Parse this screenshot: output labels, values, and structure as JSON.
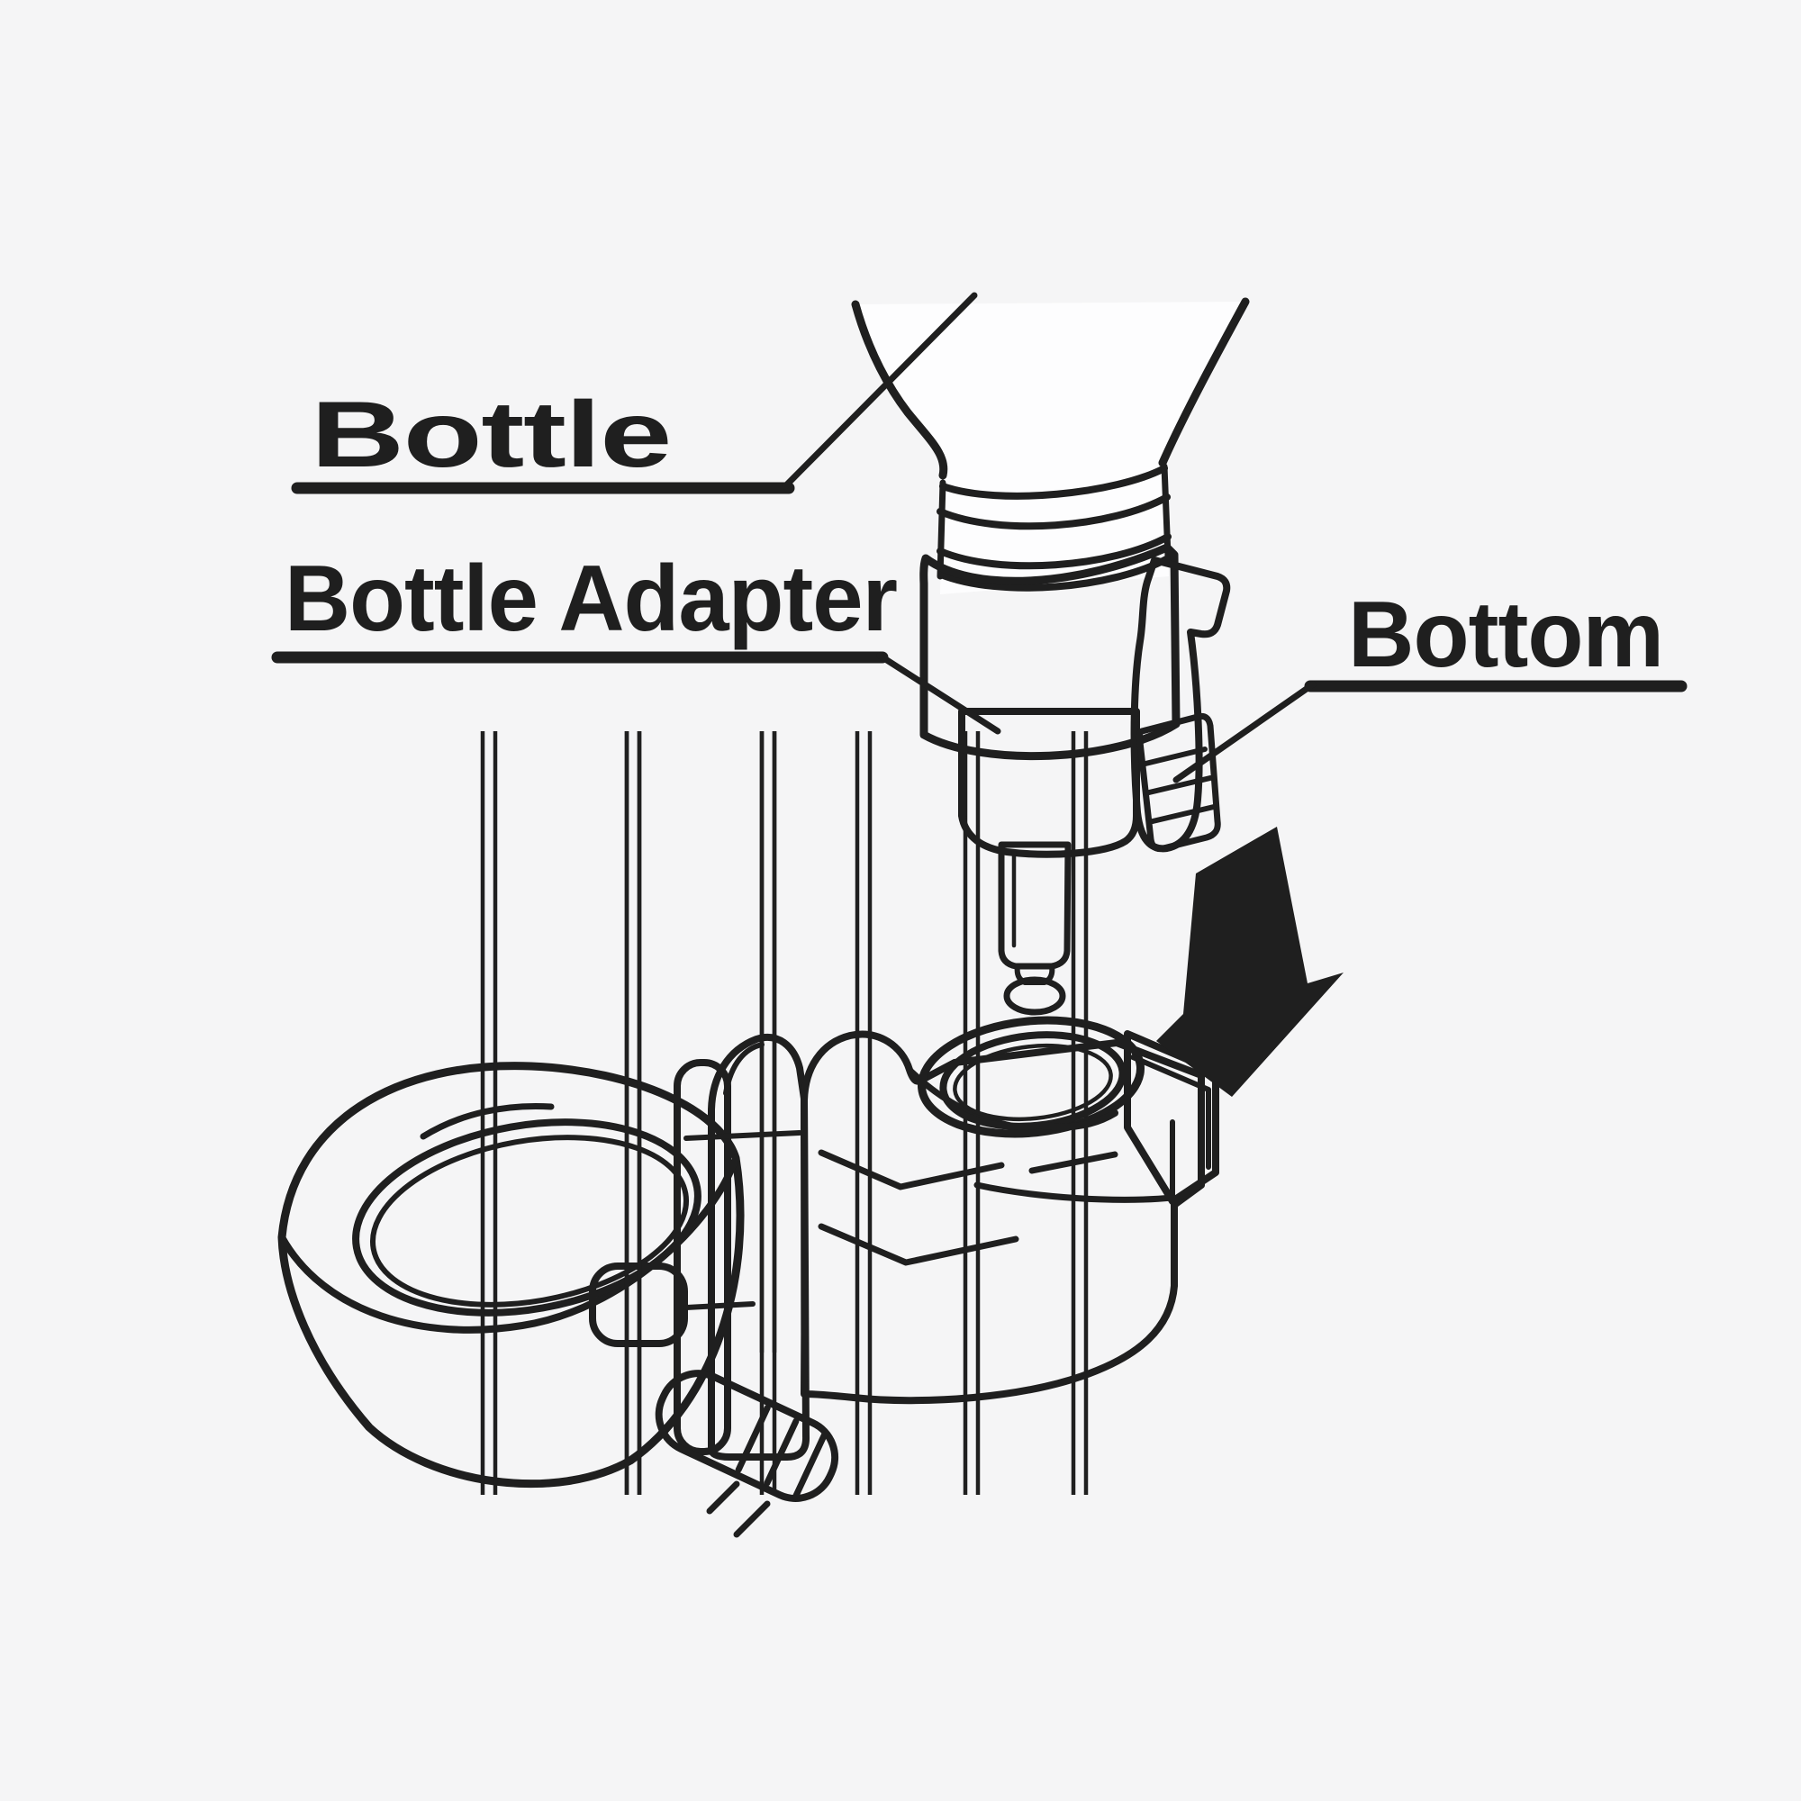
{
  "diagram": {
    "title": "Cage water-bottle installation diagram",
    "labels": {
      "bottle": "Bottle",
      "bottle_adapter": "Bottle Adapter",
      "bottom": "Bottom"
    },
    "icons": {
      "down_arrow": "down-arrow-icon"
    },
    "colors": {
      "background": "#f5f5f6",
      "line": "#1f1f1f",
      "adapter_gray": "#8f9194",
      "collar_gray": "#939598",
      "bracket_gray": "#a6a7a9",
      "lip_gray": "#b0b2b4",
      "socket_inner_gray": "#9da0a2",
      "white": "#fdfdfe"
    }
  }
}
